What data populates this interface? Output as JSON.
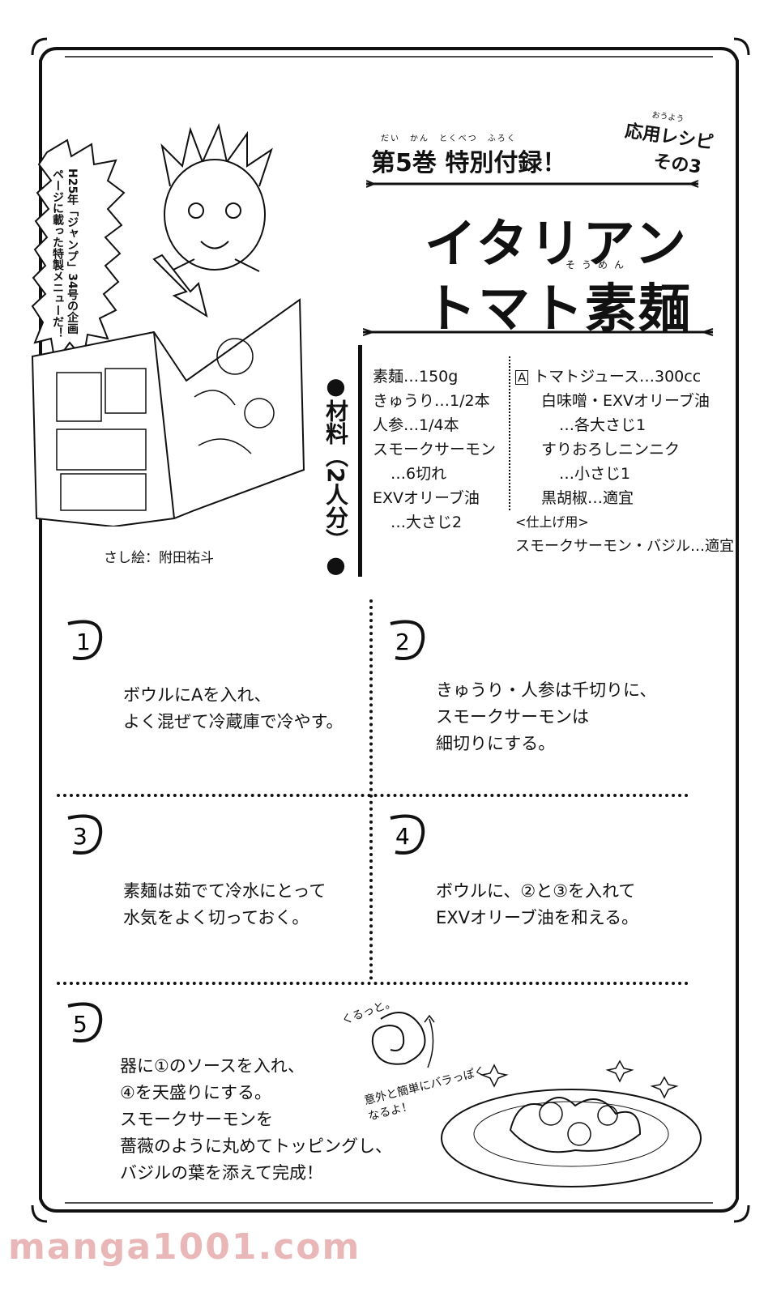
{
  "header": {
    "badge_line1": "応用レシピ",
    "badge_line2": "その3",
    "badge_ruby": "おうよう",
    "title": "第5巻 特別付録！",
    "title_ruby": "だい　かん　とくべつ　ふろく",
    "dish_line1": "イタリアン",
    "dish_line2": "トマト素麺",
    "dish_ruby": "そうめん"
  },
  "speech_bubble": {
    "text": "H25年「ジャンプ」34号の企画ページに載った特製メニューだ！"
  },
  "illustrator_credit": "さし絵：附田祐斗",
  "ingredients_label": "●材料（2人分）●",
  "ingredients_left": [
    "素麺…150g",
    "きゅうり…1/2本",
    "人参…1/4本",
    "スモークサーモン",
    "…6切れ",
    "EXVオリーブ油",
    "…大さじ2"
  ],
  "ingredients_right": {
    "group_label": "A",
    "lines": [
      "トマトジュース…300cc",
      "白味噌・EXVオリーブ油",
      "…各大さじ1",
      "すりおろしニンニク",
      "…小さじ1",
      "黒胡椒…適宜"
    ],
    "finish_label": "<仕上げ用>",
    "finish_line": "スモークサーモン・バジル…適宜"
  },
  "steps": [
    {
      "num": "1",
      "lines": [
        "ボウルにAを入れ、",
        "よく混ぜて冷蔵庫で冷やす。"
      ]
    },
    {
      "num": "2",
      "lines": [
        "きゅうり・人参は千切りに、",
        "スモークサーモンは",
        "細切りにする。"
      ]
    },
    {
      "num": "3",
      "lines": [
        "素麺は茹でて冷水にとって",
        "水気をよく切っておく。"
      ]
    },
    {
      "num": "4",
      "lines": [
        "ボウルに、②と③を入れて",
        "EXVオリーブ油を和える。"
      ]
    },
    {
      "num": "5",
      "lines": [
        "器に①のソースを入れ、",
        "④を天盛りにする。",
        "スモークサーモンを",
        "薔薇のように丸めてトッピングし、",
        "バジルの葉を添えて完成！"
      ]
    }
  ],
  "sketch_notes": {
    "curl": "くるっと。",
    "tip": "意外と簡単にバラっぽくなるよ！"
  },
  "watermark": "manga1001.com"
}
